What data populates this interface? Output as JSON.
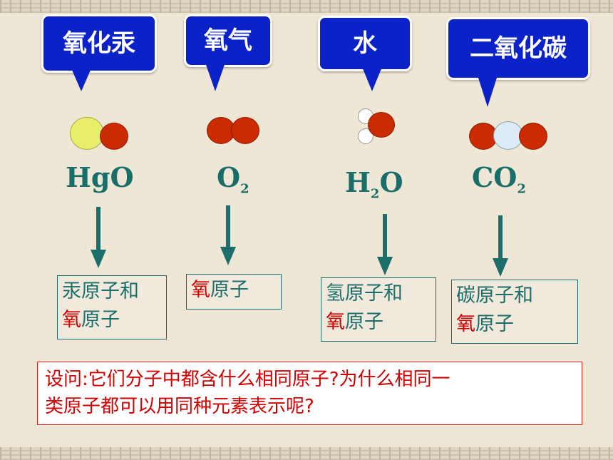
{
  "bubbles": [
    {
      "text": "氧化汞"
    },
    {
      "text": "氧气"
    },
    {
      "text": "水"
    },
    {
      "text": "二氧化碳"
    }
  ],
  "formulas": {
    "hgo": "HgO",
    "o2_main": "O",
    "o2_sub": "2",
    "h2o_h": "H",
    "h2o_sub": "2",
    "h2o_o": "O",
    "co2_main": "CO",
    "co2_sub": "2"
  },
  "boxes": {
    "mercury": {
      "line1": "汞原子和",
      "line2_red": "氧",
      "line2_rest": "原子"
    },
    "oxygen": {
      "line1_red": "氧",
      "line1_rest": "原子"
    },
    "water": {
      "line1": "氢原子和",
      "line2_red": "氧",
      "line2_rest": "原子"
    },
    "carbon": {
      "line1": "碳原子和",
      "line2_red": "氧",
      "line2_rest": "原子"
    }
  },
  "question": {
    "line1": "设问:它们分子中都含什么相同原子?为什么相同一",
    "line2": "类原子都可以用同种元素表示呢?"
  },
  "colors": {
    "bubble": "#0a22c8",
    "teal": "#1b6e6a",
    "red": "#d20000",
    "atom_red": "#cc2a00"
  }
}
